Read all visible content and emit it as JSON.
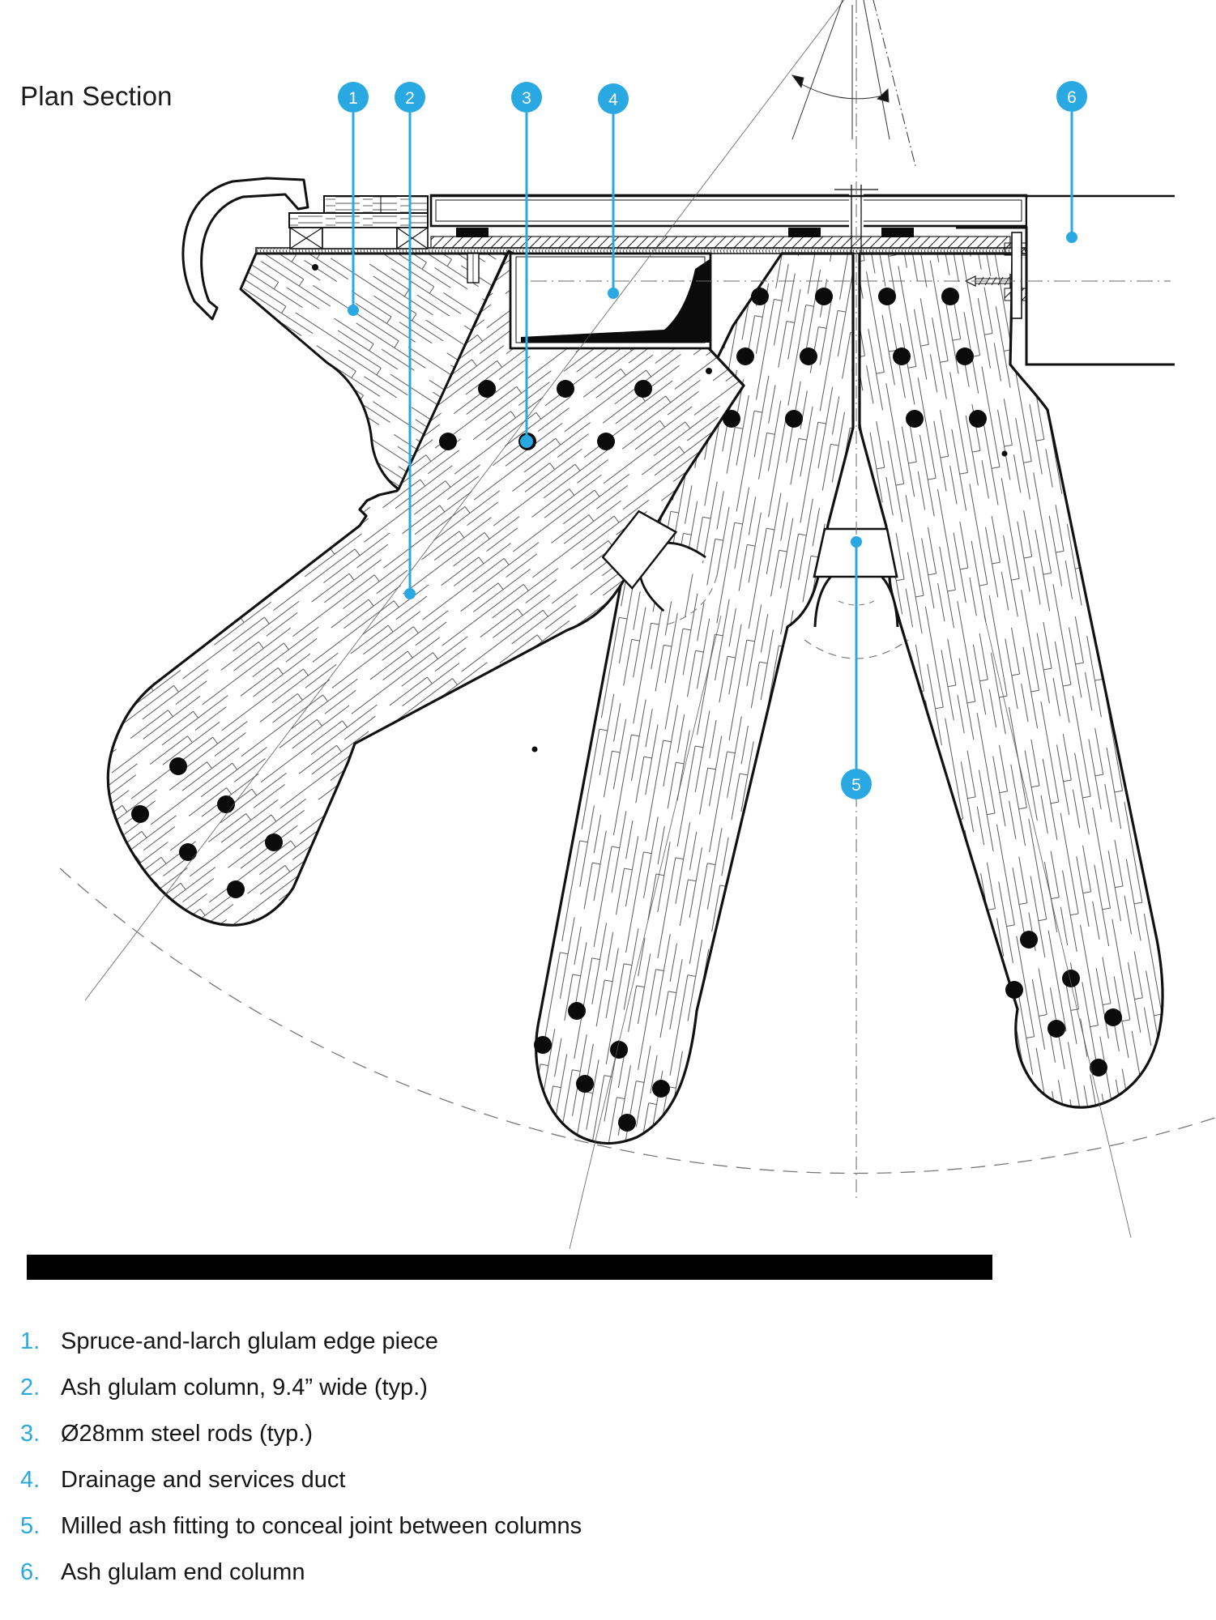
{
  "page": {
    "title": "Plan Section"
  },
  "colors": {
    "accent": "#29A8E1",
    "ink": "#1a1a1a"
  },
  "callouts": {
    "items": [
      "1",
      "2",
      "3",
      "4",
      "5",
      "6"
    ]
  },
  "legend": {
    "items": [
      {
        "num": "1.",
        "text": "Spruce-and-larch glulam edge piece"
      },
      {
        "num": "2.",
        "text": "Ash glulam column, 9.4” wide (typ.)"
      },
      {
        "num": "3.",
        "text": "Ø28mm steel rods (typ.)"
      },
      {
        "num": "4.",
        "text": "Drainage and services duct"
      },
      {
        "num": "5.",
        "text": "Milled ash fitting to conceal joint between columns"
      },
      {
        "num": "6.",
        "text": "Ash glulam end column"
      }
    ]
  }
}
